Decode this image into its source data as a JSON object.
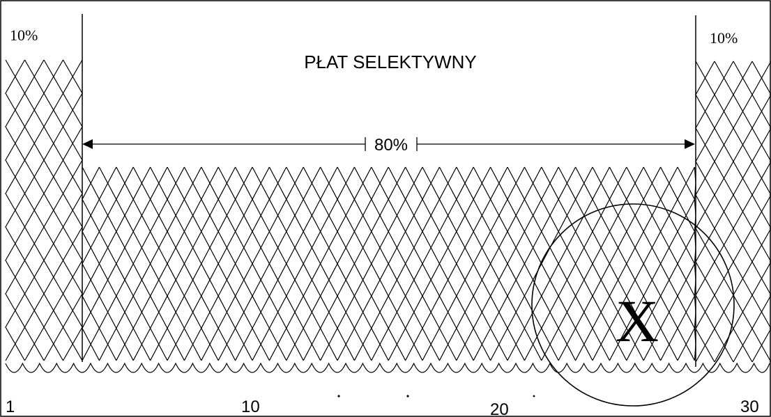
{
  "diagram": {
    "title": "PŁAT SELEKTYWNY",
    "left_share_label": "10%",
    "right_share_label": "10%",
    "center_share_label": "80%",
    "detail_marker_label": "X",
    "scale_labels": [
      "1",
      "10",
      "20",
      "30"
    ]
  },
  "colors": {
    "ink": "#000000",
    "background": "#ffffff"
  }
}
